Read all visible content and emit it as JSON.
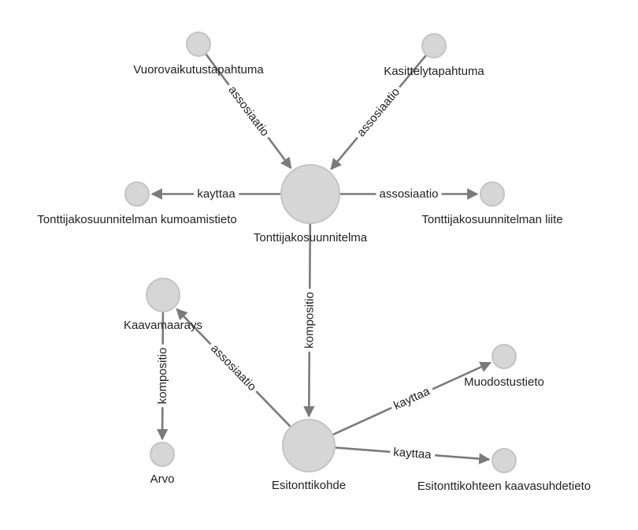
{
  "diagram": {
    "nodes": [
      {
        "id": "vuorovaikutustapahtuma",
        "label": "Vuorovaikutustapahtuma"
      },
      {
        "id": "kasittelytapahtuma",
        "label": "Kasittelytapahtuma"
      },
      {
        "id": "tonttijakosuunnitelma",
        "label": "Tonttijakosuunnitelma"
      },
      {
        "id": "kumoamistieto",
        "label": "Tonttijakosuunnitelman kumoamistieto"
      },
      {
        "id": "liite",
        "label": "Tonttijakosuunnitelman liite"
      },
      {
        "id": "kaavamaarays",
        "label": "Kaavamaarays"
      },
      {
        "id": "arvo",
        "label": "Arvo"
      },
      {
        "id": "esitonttikohde",
        "label": "Esitonttikohde"
      },
      {
        "id": "muodostustieto",
        "label": "Muodostustieto"
      },
      {
        "id": "kaavasuhdetieto",
        "label": "Esitonttikohteen kaavasuhdetieto"
      }
    ],
    "edges": [
      {
        "id": "vuoro-tj",
        "label": "assosiaatio"
      },
      {
        "id": "kasit-tj",
        "label": "assosiaatio"
      },
      {
        "id": "tj-kumo",
        "label": "kayttaa"
      },
      {
        "id": "tj-liite",
        "label": "assosiaatio"
      },
      {
        "id": "tj-esi",
        "label": "kompositio"
      },
      {
        "id": "esi-kaava",
        "label": "assosiaatio"
      },
      {
        "id": "kaava-arvo",
        "label": "kompositio"
      },
      {
        "id": "esi-muodo",
        "label": "kayttaa"
      },
      {
        "id": "esi-kaavasuhde",
        "label": "kayttaa"
      }
    ]
  }
}
